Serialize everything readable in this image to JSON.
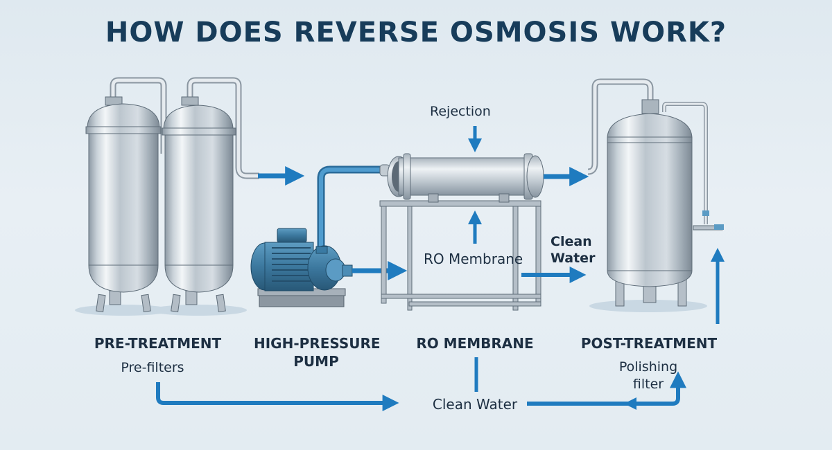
{
  "title": "HOW DOES REVERSE OSMOSIS WORK?",
  "colors": {
    "background": "#e3ecf2",
    "title": "#173c5a",
    "arrow": "#1f7bbf",
    "steel": "#b8c3cc",
    "pump": "#3f7fa6",
    "text": "#1d2f42"
  },
  "stages": [
    {
      "label": "PRE-TREATMENT",
      "sublabel": "Pre-filters",
      "equipment": "two pre-filter tanks"
    },
    {
      "label": "HIGH-PRESSURE\nPUMP",
      "label_line1": "HIGH-PRESSURE",
      "label_line2": "PUMP",
      "equipment": "high-pressure pump"
    },
    {
      "label": "RO MEMBRANE",
      "equipment": "RO membrane housing on stand"
    },
    {
      "label": "POST-TREATMENT",
      "sublabel_line1": "Polishing",
      "sublabel_line2": "filter",
      "equipment": "post-treatment storage tank"
    }
  ],
  "annotations": {
    "rejection": "Rejection",
    "ro_membrane": "RO Membrane",
    "clean_water_line1": "Clean",
    "clean_water_line2": "Water",
    "bottom_clean_water": "Clean Water"
  }
}
